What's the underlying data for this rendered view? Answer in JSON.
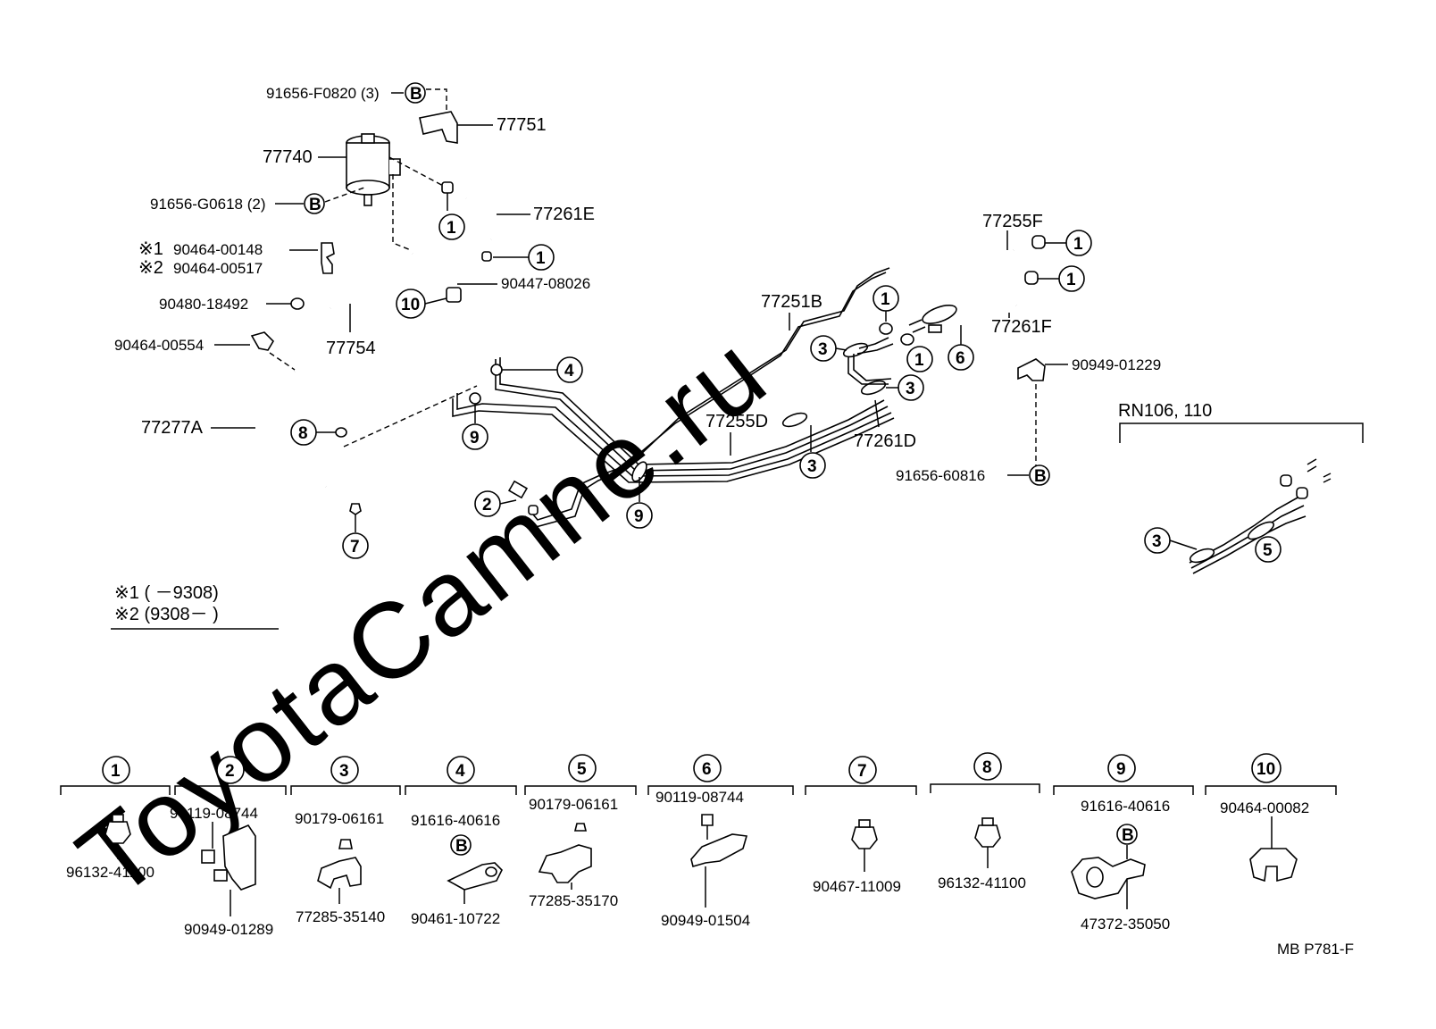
{
  "watermark": "ToyotaCamne.ru",
  "callouts": {
    "c1": "1",
    "c2": "2",
    "c3": "3",
    "c4": "4",
    "c5": "5",
    "c6": "6",
    "c7": "7",
    "c8": "8",
    "c9": "9",
    "c10": "10",
    "b": "B"
  },
  "labels": {
    "p91656_F0820": "91656-F0820 (3)",
    "p77751": "77751",
    "p77740": "77740",
    "p91656_G0618": "91656-G0618 (2)",
    "p77261E": "77261E",
    "note1_mark": "※1",
    "note2_mark": "※2",
    "p90464_00148": "90464-00148",
    "p90464_00517": "90464-00517",
    "p90480_18492": "90480-18492",
    "p90447_08026": "90447-08026",
    "p77754": "77754",
    "p90464_00554": "90464-00554",
    "p77277A": "77277A",
    "p77251B": "77251B",
    "p77255F": "77255F",
    "p77261F": "77261F",
    "p90949_01229": "90949-01229",
    "p77255D": "77255D",
    "p77261D": "77261D",
    "p91656_60816": "91656-60816",
    "variant": "RN106, 110",
    "legend1": "※1 (        －9308)",
    "legend2": "※2 (9308－        )",
    "ref_code": "MB P781-F"
  },
  "parts_table": [
    {
      "num": "1",
      "parts": [
        "96132-41100"
      ]
    },
    {
      "num": "2",
      "parts": [
        "90119-08744",
        "90949-01289"
      ]
    },
    {
      "num": "3",
      "parts": [
        "90179-06161",
        "77285-35140"
      ]
    },
    {
      "num": "4",
      "parts": [
        "91616-40616",
        "90461-10722"
      ]
    },
    {
      "num": "5",
      "parts": [
        "90179-06161",
        "77285-35170"
      ]
    },
    {
      "num": "6",
      "parts": [
        "90119-08744",
        "90949-01504"
      ]
    },
    {
      "num": "7",
      "parts": [
        "90467-11009"
      ]
    },
    {
      "num": "8",
      "parts": [
        "96132-41100"
      ]
    },
    {
      "num": "9",
      "parts": [
        "91616-40616",
        "47372-35050"
      ]
    },
    {
      "num": "10",
      "parts": [
        "90464-00082"
      ]
    }
  ]
}
